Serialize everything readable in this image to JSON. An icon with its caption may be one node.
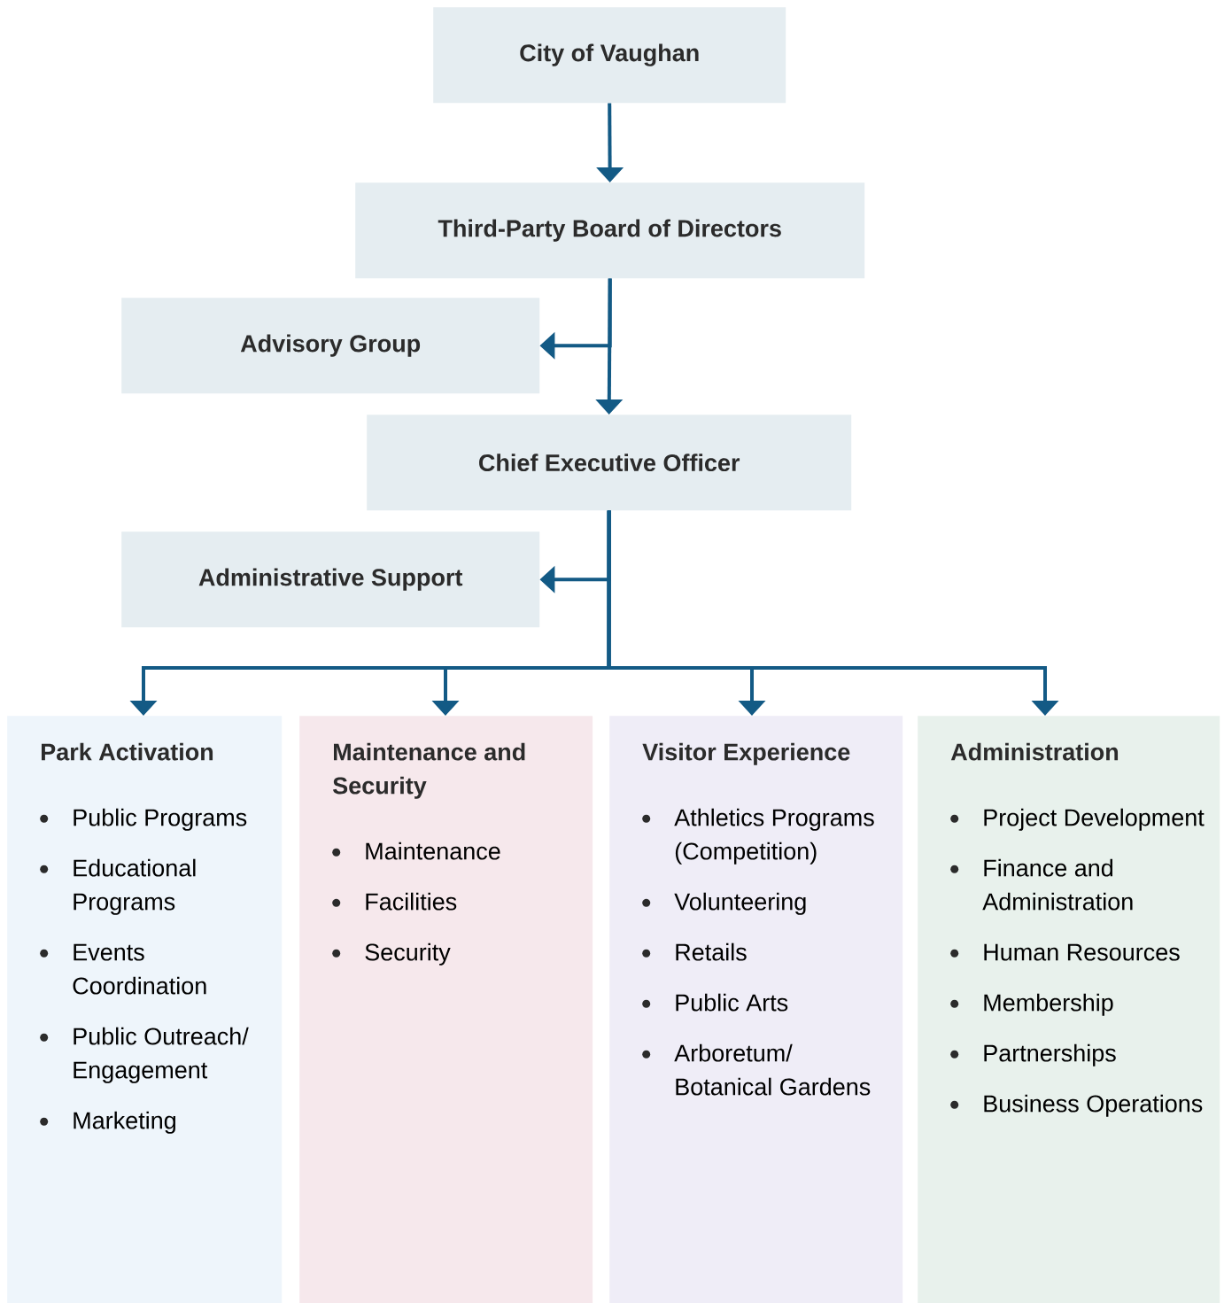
{
  "diagram": {
    "nodes": [
      {
        "text": [
          "City of Vaughan"
        ]
      },
      {
        "text": [
          "Third-Party Board of Directors"
        ]
      },
      {
        "text": [
          "Advisory Group"
        ]
      },
      {
        "text": [
          "Chief Executive Officer"
        ]
      },
      {
        "text": [
          "Administrative Support"
        ]
      },
      {
        "text": [
          "Park Activation",
          "Public Programs",
          "Educational Programs",
          "Events Coordination",
          "Public Outreach/ Engagement",
          "Marketing"
        ]
      },
      {
        "text": [
          "Maintenance and Security",
          "Maintenance",
          "Facilities",
          "Security"
        ]
      },
      {
        "text": [
          "Visitor Experience",
          "Athletics Programs (Competition)",
          "Volunteering",
          "Retails",
          "Public Arts",
          "Arboretum/ Botanical Gardens"
        ]
      },
      {
        "text": [
          "Administration",
          "Project Development",
          "Finance and Administration",
          "Human Resources",
          "Membership",
          "Partnerships",
          "Business Operations"
        ]
      }
    ],
    "edges": [
      {
        "from": 0,
        "to": 1,
        "arrow": "to"
      },
      {
        "from": 1,
        "to": 2,
        "arrow": "to"
      },
      {
        "from": 1,
        "to": 3,
        "arrow": "to"
      },
      {
        "from": 3,
        "to": 4,
        "arrow": "to"
      },
      {
        "from": 3,
        "to": 5,
        "arrow": "to"
      },
      {
        "from": 3,
        "to": 6,
        "arrow": "to"
      },
      {
        "from": 3,
        "to": 7,
        "arrow": "to"
      },
      {
        "from": 3,
        "to": 8,
        "arrow": "to"
      }
    ]
  }
}
